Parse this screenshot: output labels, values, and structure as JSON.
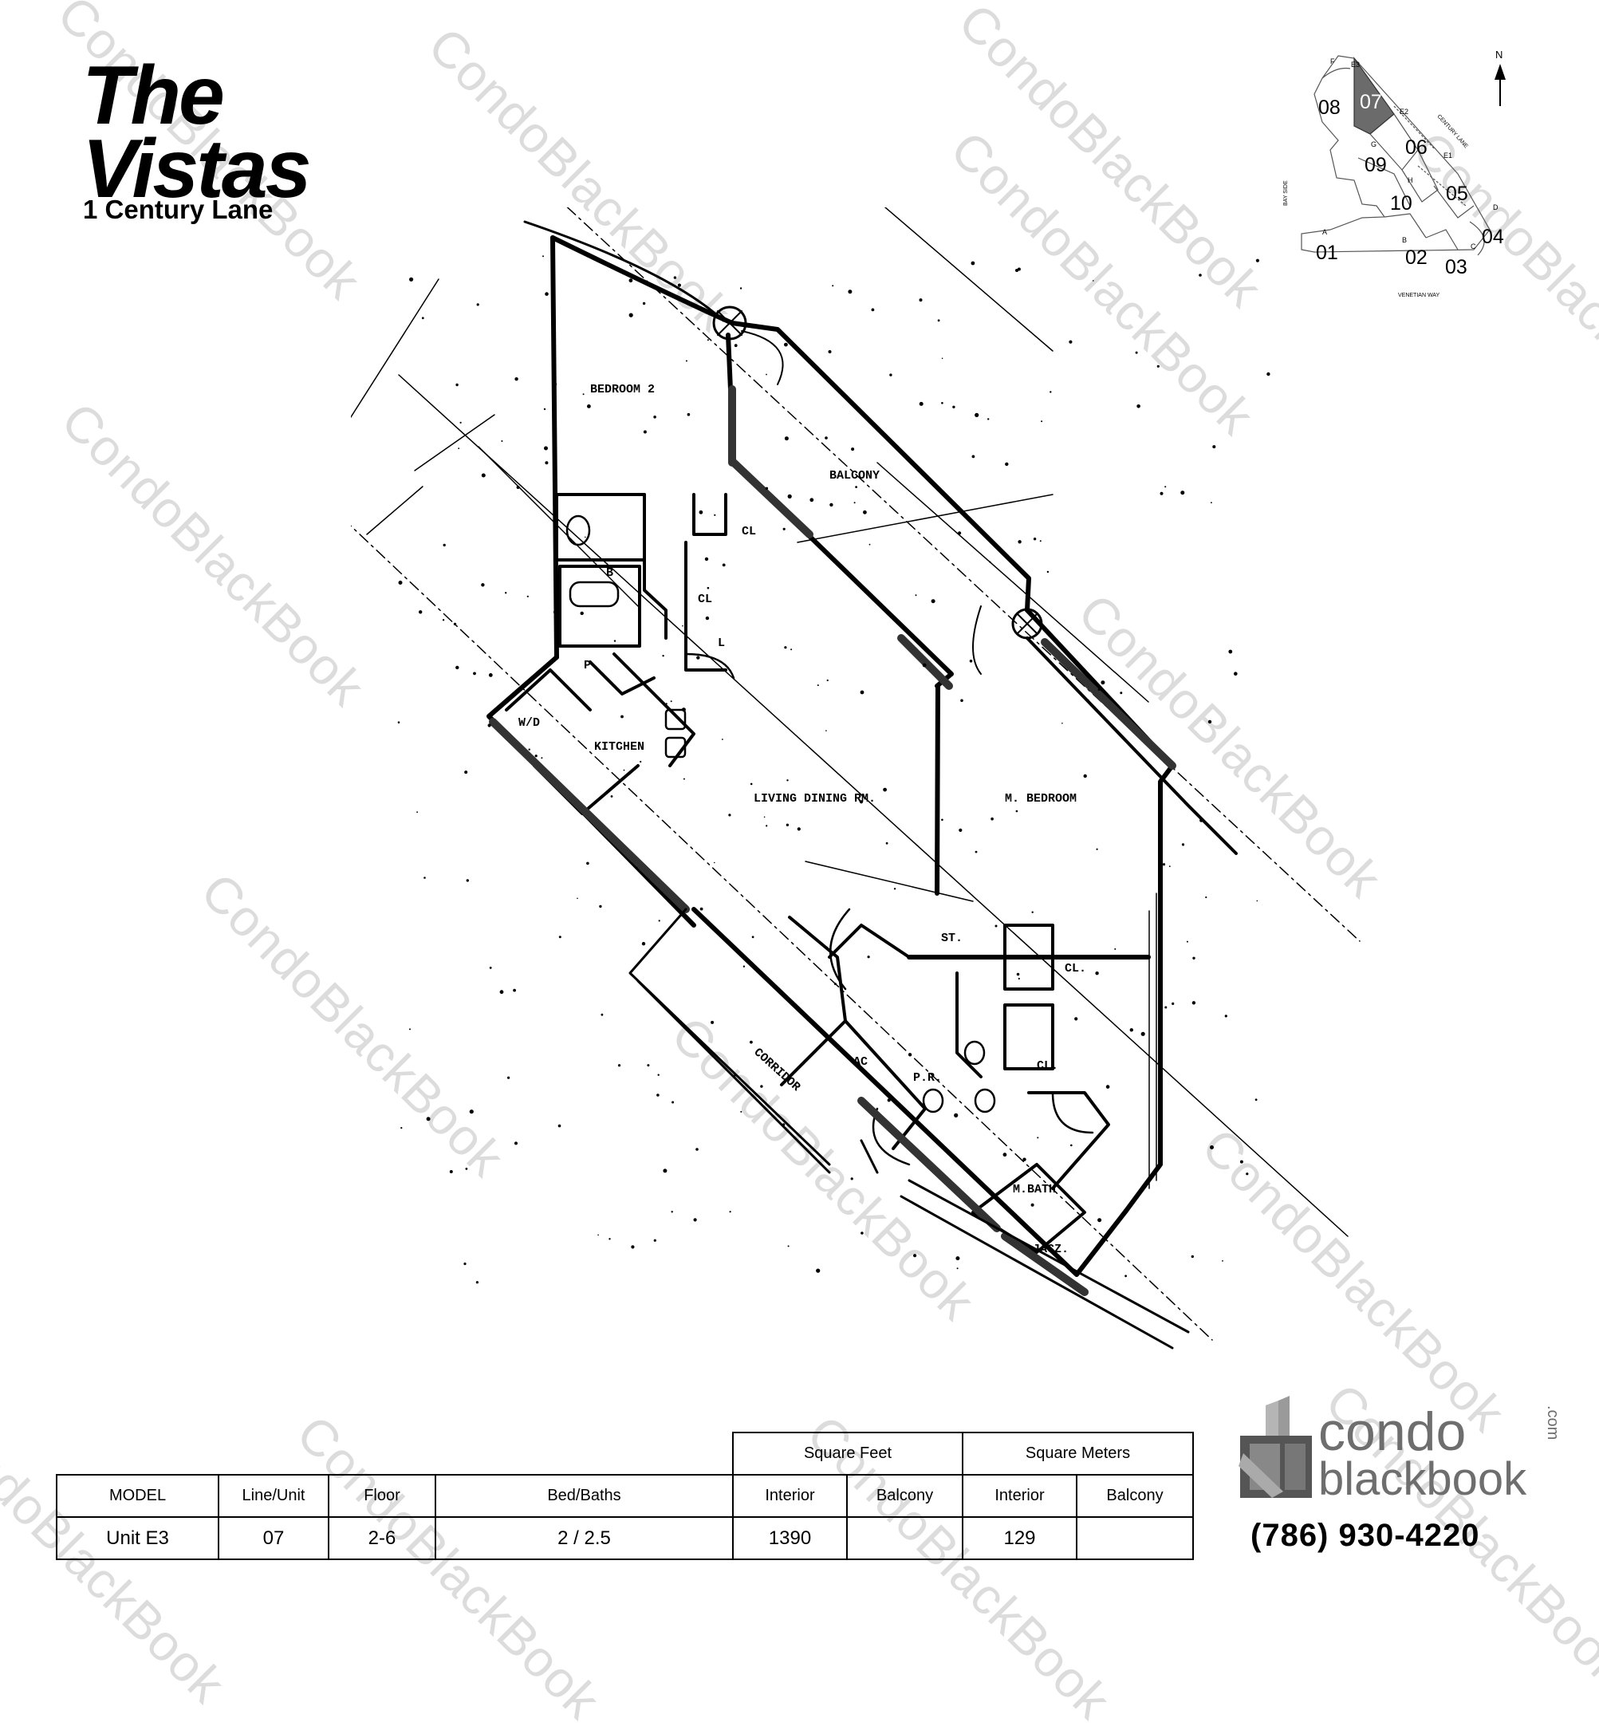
{
  "header": {
    "title_line1": "The",
    "title_line2": "Vistas",
    "subtitle": "1 Century Lane"
  },
  "watermark_text": "CondoBlackBook",
  "plan": {
    "rooms": {
      "bedroom2": "BEDROOM 2",
      "balcony": "BALCONY",
      "kitchen": "KITCHEN",
      "living_dining": "LIVING DINING RM.",
      "master_bedroom": "M. BEDROOM",
      "corridor": "CORRIDOR",
      "master_bath": "M.BATH",
      "powder_room": "P.R.",
      "ac": "AC",
      "storage": "ST.",
      "closet1": "CL.",
      "closet2": "CL.",
      "closet3": "CL",
      "closet4": "CL",
      "bath": "B",
      "pantry": "P",
      "linen": "L",
      "jacuzzi": "JACZ.",
      "washer_dryer": "W/D"
    }
  },
  "key_plan": {
    "north": "N",
    "highlighted_unit": "07",
    "units": [
      "01",
      "02",
      "03",
      "04",
      "05",
      "06",
      "07",
      "08",
      "09",
      "10"
    ],
    "letters": [
      "A",
      "B",
      "C",
      "D",
      "E1",
      "E2",
      "E3",
      "F",
      "G",
      "H"
    ],
    "streets": {
      "right": "CENTURY LANE",
      "bottom": "VENETIAN WAY",
      "left": "BAY SIDE"
    },
    "highlight_color": "#6b6b6b"
  },
  "table": {
    "group_headers": [
      "Square Feet",
      "Square Meters"
    ],
    "columns": [
      "MODEL",
      "Line/Unit",
      "Floor",
      "Bed/Baths",
      "Interior",
      "Balcony",
      "Interior",
      "Balcony"
    ],
    "row": [
      "Unit E3",
      "07",
      "2-6",
      "2 / 2.5",
      "1390",
      "",
      "129",
      ""
    ]
  },
  "logo": {
    "word1": "condo",
    "word2": "blackbook",
    "suffix": ".com"
  },
  "phone": "(786) 930-4220"
}
